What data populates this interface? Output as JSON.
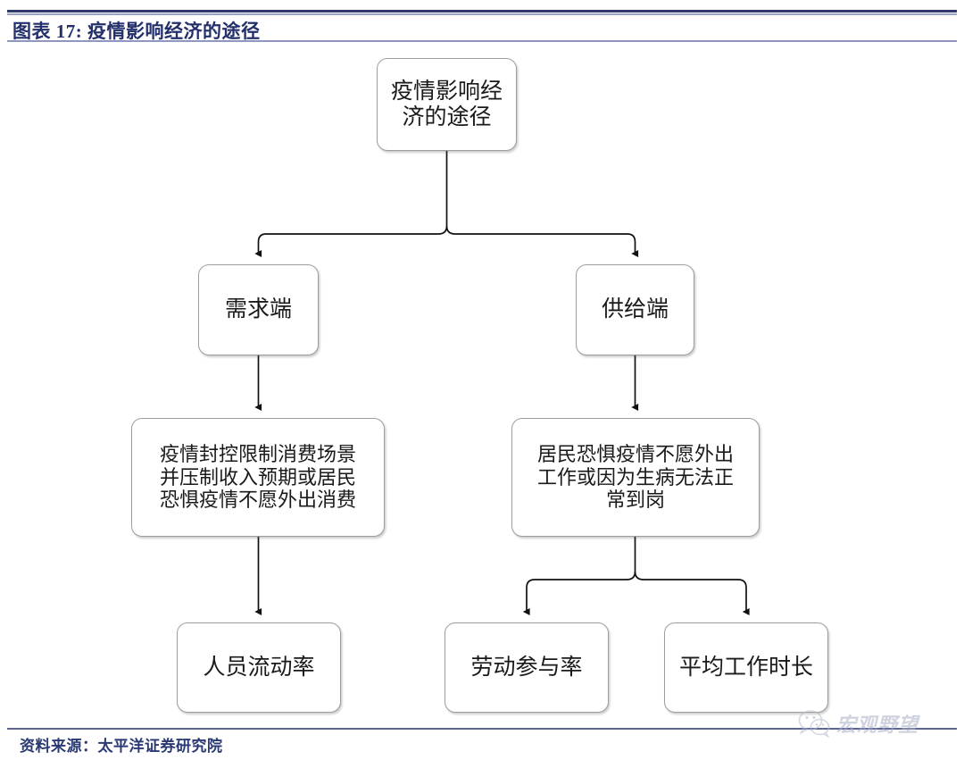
{
  "header": {
    "title": "图表 17: 疫情影响经济的途径",
    "rule_color": "#2e3a6e"
  },
  "footer": {
    "source": "资料来源：太平洋证券研究院"
  },
  "watermark": {
    "icon": "wechat-icon",
    "text": "宏观野望"
  },
  "chart_data": {
    "type": "diagram",
    "title": "图表 17: 疫情影响经济的途径",
    "layout": "top-down tree",
    "nodes": [
      {
        "id": "root",
        "label": "疫情影响经\n济的途径",
        "level": 0
      },
      {
        "id": "demand",
        "label": "需求端",
        "level": 1
      },
      {
        "id": "supply",
        "label": "供给端",
        "level": 1
      },
      {
        "id": "demand_detail",
        "label": "疫情封控限制消费场景\n并压制收入预期或居民\n恐惧疫情不愿外出消费",
        "level": 2
      },
      {
        "id": "supply_detail",
        "label": "居民恐惧疫情不愿外出\n工作或因为生病无法正\n常到岗",
        "level": 2
      },
      {
        "id": "mobility",
        "label": "人员流动率",
        "level": 3
      },
      {
        "id": "labor",
        "label": "劳动参与率",
        "level": 3
      },
      {
        "id": "hours",
        "label": "平均工作时长",
        "level": 3
      }
    ],
    "edges": [
      {
        "from": "root",
        "to": "demand",
        "style": "elbow-arrow"
      },
      {
        "from": "root",
        "to": "supply",
        "style": "elbow-arrow"
      },
      {
        "from": "demand",
        "to": "demand_detail",
        "style": "straight-arrow"
      },
      {
        "from": "supply",
        "to": "supply_detail",
        "style": "straight-arrow"
      },
      {
        "from": "demand_detail",
        "to": "mobility",
        "style": "straight-arrow"
      },
      {
        "from": "supply_detail",
        "to": "labor",
        "style": "elbow-arrow"
      },
      {
        "from": "supply_detail",
        "to": "hours",
        "style": "elbow-arrow"
      }
    ],
    "node_style": {
      "shape": "rounded-rectangle",
      "fill": "#ffffff",
      "border": "#9d9d9d",
      "text_color": "#1a1a1a"
    },
    "edge_color": "#1a1a1a"
  }
}
